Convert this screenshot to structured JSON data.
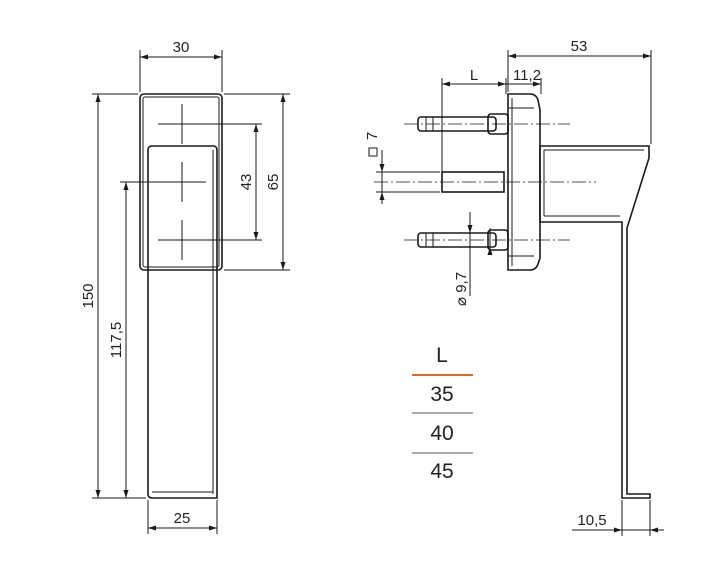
{
  "front_view": {
    "width_top": "30",
    "width_bottom": "25",
    "height_total": "150",
    "height_lower": "117,5",
    "hole_spacing": "43",
    "rosette_height": "65"
  },
  "side_view": {
    "length_label": "L",
    "offset_label": "11,2",
    "depth_total": "53",
    "square_spindle": "7",
    "screw_diameter": "9,7",
    "bottom_offset": "10,5"
  },
  "length_table": {
    "header": "L",
    "values": [
      "35",
      "40",
      "45"
    ],
    "accent_color": "#e06a2c"
  }
}
